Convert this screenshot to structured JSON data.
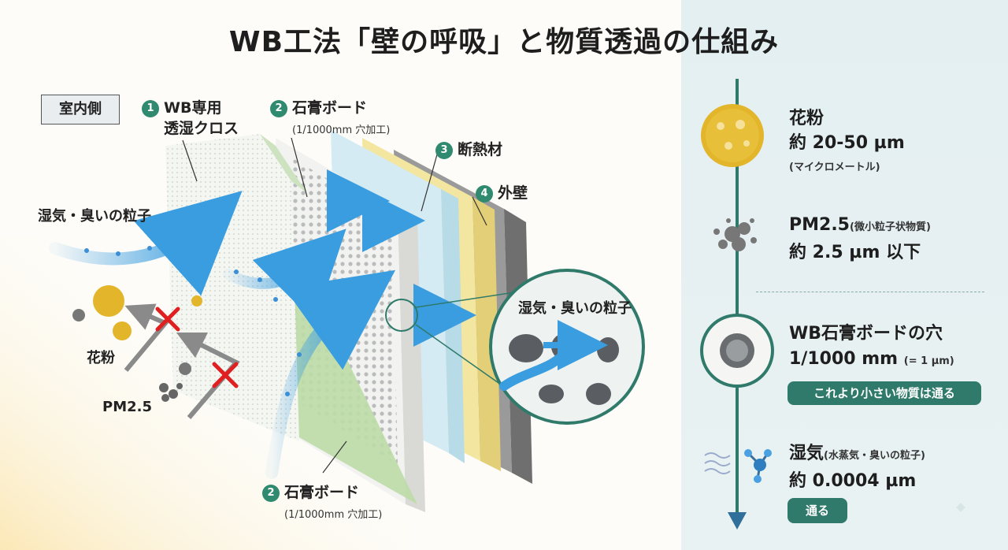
{
  "title": "WB工法「壁の呼吸」と物質透過の仕組み",
  "indoor_label": "室内側",
  "layers": [
    {
      "num": "1",
      "name": "WB専用",
      "name2": "透湿クロス"
    },
    {
      "num": "2",
      "name": "石膏ボード",
      "sub": "(1/1000mm 穴加工)"
    },
    {
      "num": "3",
      "name": "断熱材"
    },
    {
      "num": "4",
      "name": "外壁"
    }
  ],
  "bottom_layer": {
    "num": "2",
    "name": "石膏ボード",
    "sub": "(1/1000mm 穴加工)"
  },
  "left_labels": {
    "moisture": "湿気・臭いの粒子",
    "pollen": "花粉",
    "pm": "PM2.5"
  },
  "zoom_label": "湿気・臭いの粒子",
  "legend": [
    {
      "name": "花粉",
      "size": "約 20-50 µm",
      "note": "(マイクロメートル)"
    },
    {
      "name": "PM2.5",
      "name_note": "(微小粒子状物質)",
      "size": "約 2.5 µm 以下"
    },
    {
      "name": "WB石膏ボードの穴",
      "size": "1/1000 mm",
      "size_note": "(= 1 µm)",
      "badge": "これより小さい物質は通る"
    },
    {
      "name": "湿気",
      "name_note": "(水蒸気・臭いの粒子)",
      "size": "約 0.0004 µm",
      "badge": "通る"
    }
  ],
  "colors": {
    "accent": "#2f7a6a",
    "pollen": "#e3b52a",
    "pm": "#777777",
    "arrow": "#3a9de0",
    "board": "#f0f0ee",
    "insulation": "#f3e6a0",
    "outer_wall": "#8f8f8f",
    "cloth": "#b9dca4"
  }
}
